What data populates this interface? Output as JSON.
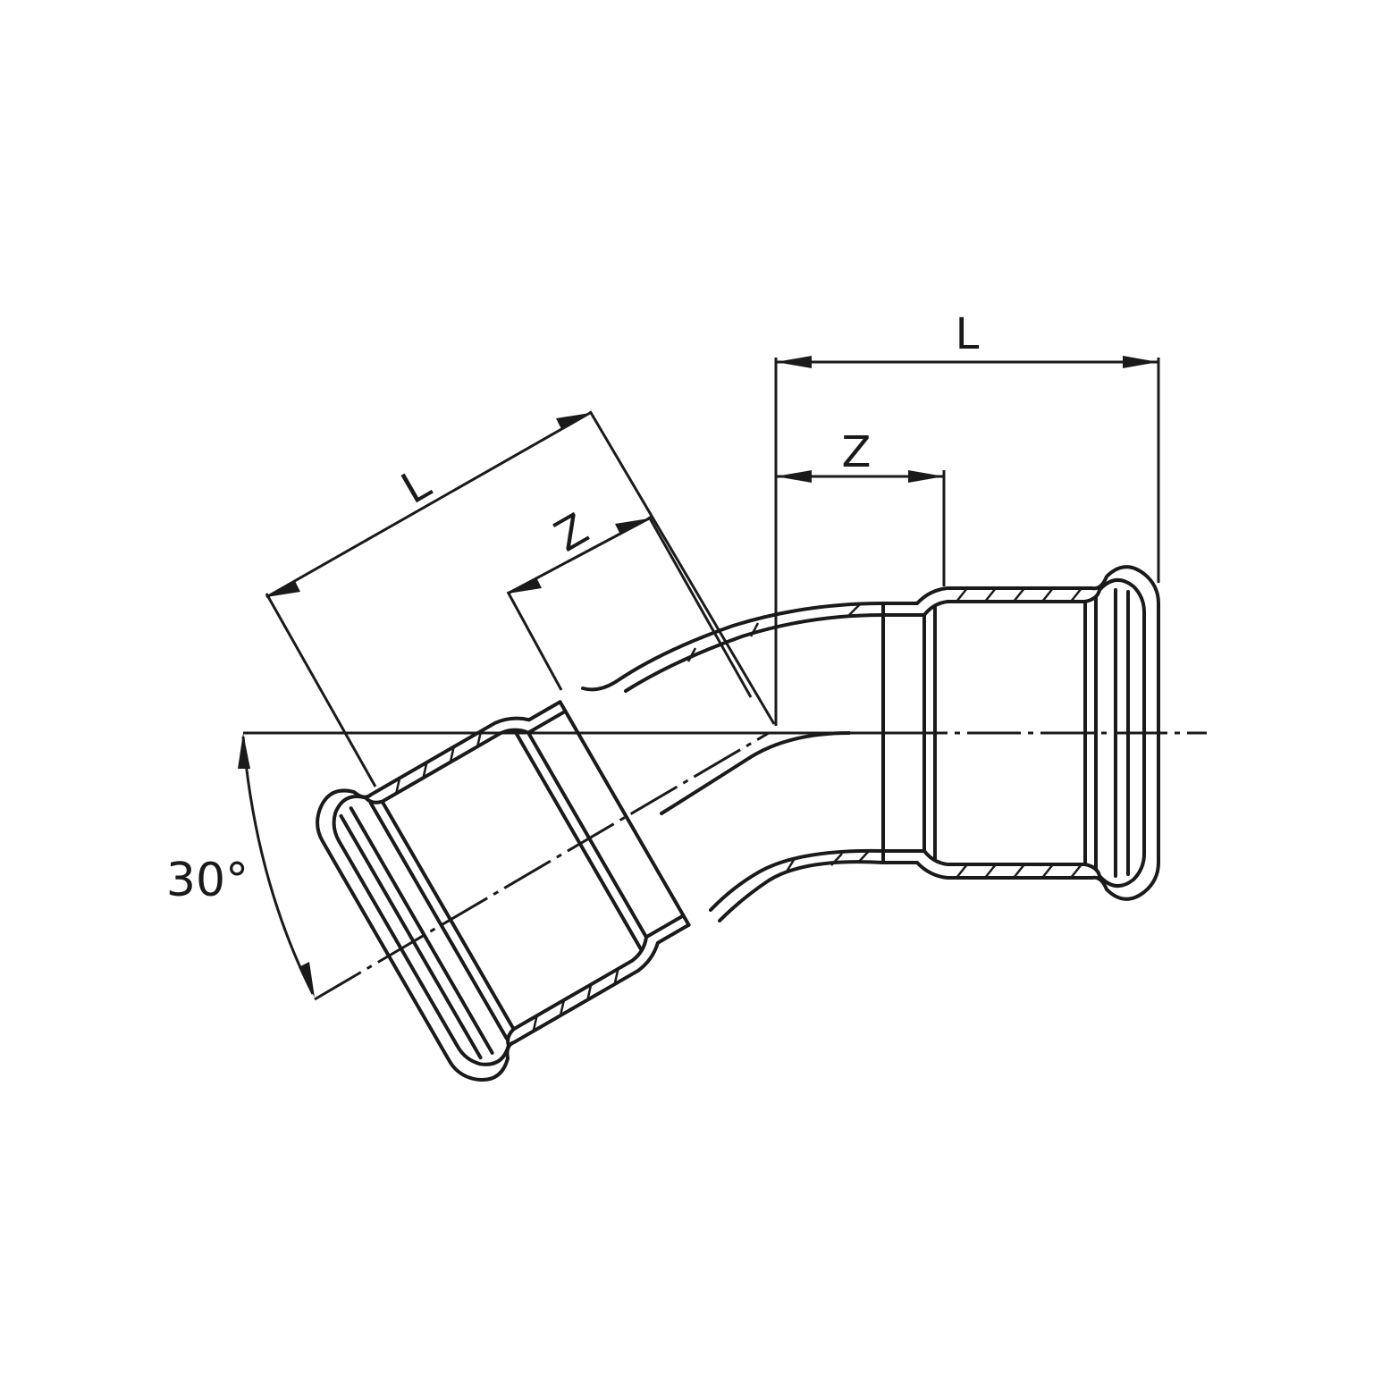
{
  "labels": {
    "right_L": "L",
    "right_Z": "Z",
    "left_L": "L",
    "left_Z": "Z",
    "angle": "30°"
  }
}
